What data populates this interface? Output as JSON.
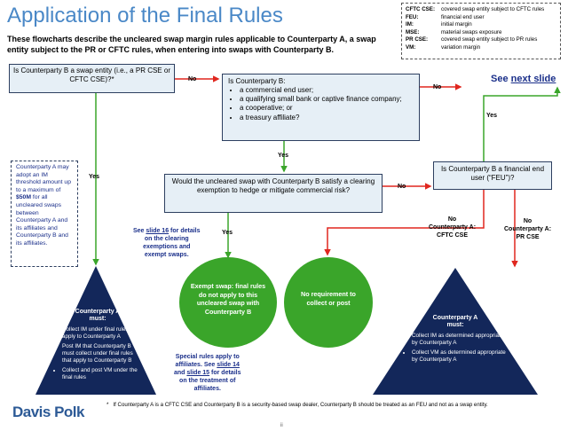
{
  "title": "Application of the Final Rules",
  "intro": "These flowcharts describe the uncleared swap margin rules applicable to Counterparty A, a swap entity subject to the PR or CFTC rules, when entering into swaps with Counterparty B.",
  "legend": [
    {
      "abbr": "CFTC CSE:",
      "text": "covered swap entity subject to CFTC rules"
    },
    {
      "abbr": "FEU:",
      "text": "financial end user"
    },
    {
      "abbr": "IM:",
      "text": "initial margin"
    },
    {
      "abbr": "MSE:",
      "text": "material swaps exposure"
    },
    {
      "abbr": "PR CSE:",
      "text": "covered swap entity subject to PR rules"
    },
    {
      "abbr": "VM:",
      "text": "variation margin"
    }
  ],
  "q_swap_entity": "Is Counterparty B a swap entity (i.e., a PR CSE or CFTC CSE)?*",
  "q_types": {
    "heading": "Is Counterparty B:",
    "items": [
      "a commercial end user;",
      "a qualifying small bank or captive finance company;",
      "a cooperative; or",
      "a treasury affiliate?"
    ]
  },
  "q_clearing": "Would the uncleared swap with Counterparty B satisfy a clearing exemption to hedge or mitigate commercial risk?",
  "q_feu": "Is Counterparty B a financial end user (“FEU”)?",
  "labels": {
    "no": "No",
    "yes": "Yes",
    "no_cftc_1": "No",
    "no_cftc_2": "Counterparty A:",
    "no_cftc_3": "CFTC CSE",
    "no_pr_1": "No",
    "no_pr_2": "Counterparty A:",
    "no_pr_3": "PR CSE"
  },
  "see_next": {
    "prefix": "See ",
    "link": "next slide"
  },
  "note_im": {
    "before": "Counterparty A may adopt an IM threshold amount up to a maximum of ",
    "bold": "$50M",
    "after": " for all uncleared swaps between Counterparty A and its affiliates and Counterparty B and its affiliates."
  },
  "see_slide16": {
    "prefix": "See ",
    "link": "slide 16",
    "suffix1": " for details",
    "line2": "on the clearing",
    "line3": "exemptions and",
    "line4": "exempt swaps."
  },
  "special_rules": {
    "line1": "Special rules apply to",
    "line2_prefix": "affiliates. See ",
    "link14": "slide 14",
    "and": "and ",
    "link15": "slide 15",
    "line3_suffix": " for details",
    "line4": "on the treatment of",
    "line5": "affiliates."
  },
  "circle_exempt": "Exempt swap: final rules do not apply to this uncleared swap with Counterparty B",
  "circle_no_req": "No requirement to collect or post",
  "tri_left": {
    "title_1": "Counterparty A",
    "title_2": "must:",
    "items": [
      "Collect IM under final rules that apply to Counterparty A",
      "Post IM that Counterparty B must collect under final rules that apply to Counterparty B",
      "Collect and post VM under the final rules"
    ]
  },
  "tri_right": {
    "title_1": "Counterparty A",
    "title_2": "must:",
    "items": [
      "Collect IM as determined appropriate by Counterparty A",
      "Collect VM as determined appropriate by Counterparty A"
    ]
  },
  "footnote_mark": "*",
  "footnote": "If Counterparty A is a CFTC CSE and Counterparty B is a security-based swap dealer, Counterparty B should be treated as an FEU and not as a swap entity.",
  "logo": "Davis Polk",
  "page_num": "ii",
  "colors": {
    "title": "#4a88c7",
    "green": "#3aa52a",
    "red": "#e0271f",
    "navy": "#13275a",
    "box_fill": "#e6eff6",
    "link": "#1a2f8a"
  }
}
